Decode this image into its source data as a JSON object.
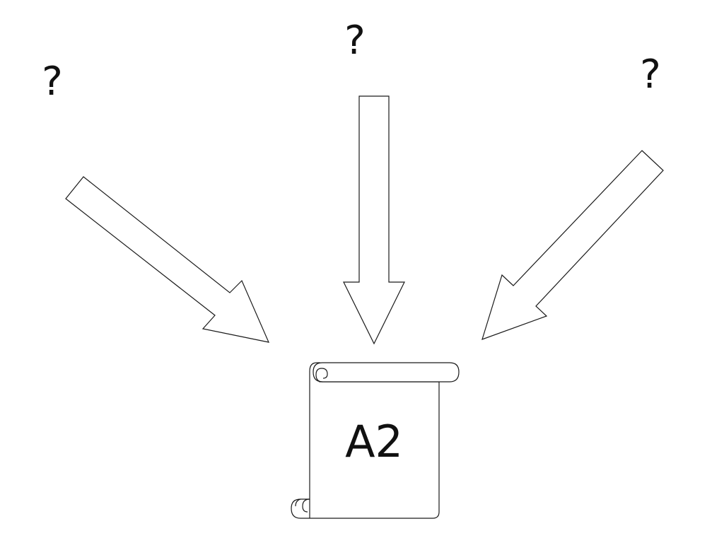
{
  "sources": [
    {
      "id": "left",
      "label": "?"
    },
    {
      "id": "center",
      "label": "?"
    },
    {
      "id": "right",
      "label": "?"
    }
  ],
  "document": {
    "label": "A2",
    "icon": "scroll-icon"
  },
  "arrows": [
    {
      "from": "left",
      "to": "document",
      "icon": "arrow-down-right-icon"
    },
    {
      "from": "center",
      "to": "document",
      "icon": "arrow-down-icon"
    },
    {
      "from": "right",
      "to": "document",
      "icon": "arrow-down-left-icon"
    }
  ],
  "colors": {
    "stroke": "#1a1a1a",
    "fill": "#ffffff",
    "text": "#111111"
  }
}
